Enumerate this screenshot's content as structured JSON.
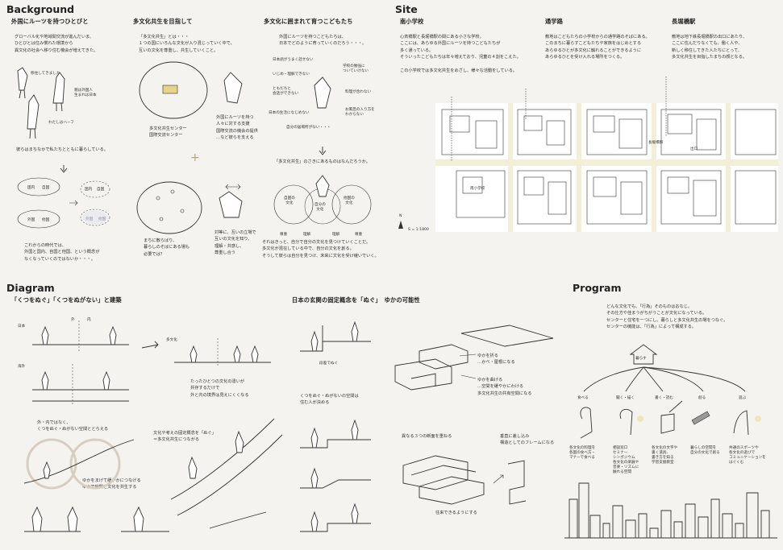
{
  "colors": {
    "background": "#f4f3f0",
    "ink": "#222222",
    "blue_wash": "#cfd8ee",
    "yellow_wash": "#efe6b8",
    "road": "#f2eed8"
  },
  "background": {
    "heading": "Background",
    "col1": {
      "title": "外国にルーツを持つひとびと",
      "intro": "グローバル化や地域間交流が進んだいま、\nひとびとは住み慣れた環境から\n異文化の社会へ移り住む機会が増えてきた。",
      "fig_labels": [
        "移住してきました",
        "親は外国人\n生まれは日本",
        "わたしはハーフ"
      ],
      "middle": "彼らはまちなかで私たちとともに暮らしている。",
      "circles": [
        "国内",
        "自国",
        "外国",
        "他国"
      ],
      "circles2": [
        "国内",
        "自国",
        "外国",
        "他国"
      ],
      "conclusion": "これからの時代では、\n外国と国内、自国と他国、という概念が\nなくなっていくのではないか・・・。"
    },
    "col2": {
      "title": "多文化共生を目指して",
      "intro": "「多文化共生」とは・・・\n１つの国にいろんな文化が入り混じっていく中で、\n互いの文化を尊重し、共生していくこと。",
      "center_label": "多文化共生センター\n国際交流センター",
      "support_text": "外国にルーツを持つ\n人々に対する支援\n国際交流の機会の提供\n…など彼らを支える",
      "plus": "+",
      "bottom_left": "まちに散らばり、\n暮らしのそばにある場も\n必要では？",
      "bottom_right": "対等に、互いの立場で\n互いの文化を知り、\n理解・共感し、\n尊重し合う"
    },
    "col3": {
      "title": "多文化に囲まれて育つこどもたち",
      "intro": "外国にルーツを持つこどもたちは、\n日本でどのように育っていくのだろう・・・。",
      "worries": [
        "日本語がうまく話せない",
        "いじめ・理解できない",
        "学校の勉強に\nついていけない",
        "ともだちと\n会話ができない",
        "料理が合わない",
        "日本の生活になじめない",
        "お風呂の入り方を\nわからない",
        "自分の居場所がない・・・"
      ],
      "caption": "「多文化共生」のさきにあるものはなんだろうか。",
      "venn": [
        "自国の\n文化",
        "自分の\n文化",
        "他国の\n文化"
      ],
      "venn_sub": [
        "尊重",
        "理解",
        "理解",
        "尊重"
      ],
      "conclusion": "それはきっと、自分で自分の文化を見つけていくことだ。\n多文化が混在している中で、自分の文化を創る。\nそうして彼らは自分を見つけ、未来に文化を受け継いでいく。"
    }
  },
  "site": {
    "heading": "Site",
    "cols": [
      {
        "title": "南小学校",
        "text": "心斎橋駅と長堀橋駅の間にある小さな学校。\nここには、あらゆる外国にルーツを持つこどもたちが\n多く通っている。\nそういったこどもたちは年々増えており、児童の４割をこえた。\n\nこの小学校では多文化共生をめざし、様々な活動をしている。"
      },
      {
        "title": "通学路",
        "text": "敷地はこどもたちの小学校からの通学路のそばにある。\nこのまちに暮らすこどもたちや家族をはじめとする\nあらゆるひとが多文化に触れることができるように\nあらゆるひとを受け入れる場所をつくる。"
      },
      {
        "title": "長堀橋駅",
        "text": "敷地は地下鉄長堀橋駅の出口にあたり、\nここに住んだりなくても、働く人や、\n新しく移住してきた人たちにとって、\n多文化共生を目指したまちの顔となる。"
      }
    ],
    "map_labels": {
      "school": "南小学校",
      "station": "長堀橋駅",
      "exit": "出口",
      "scale": "S = 1:1800",
      "north": "N"
    }
  },
  "diagram": {
    "heading": "Diagram",
    "title1": "「くつをぬぐ」「くつをぬがない」と建築",
    "title2": "日本の玄関の固定概念を「ぬぐ」　ゆかの可能性",
    "row_labels": [
      "日本",
      "海外"
    ],
    "inout": [
      "外",
      "内"
    ],
    "tabunka": "多文化",
    "text1": "たったひとつの文化の違いが\n共存するだけで\n外と内の境界は見えにくくなる",
    "text2": "外・内ではなく、\nくつをぬぐ・ぬがない空間ととらえる",
    "text3": "文化や考えの固定概念を「ぬぐ」\n＝多文化共生につながる",
    "text4": "ゆかをまげて緩やかにつなげる\nゆかで空間と文化を共生する",
    "step_label": "段差でぬぐ",
    "step_text": "くつをぬぐ・ぬがないの空間は\n住む人が決める",
    "floor_text1": "ゆかを折る\n…かべ・屋根になる",
    "floor_text2": "ゆかを曲げる\n…空間を緩やかにわける\n多文化共生の共有空間になる",
    "layer_text": "異なる３つの断面を重ねる",
    "frame_text": "垂直に差し込み\n構造としてのフレームになる",
    "walk_text": "往来できるようにする"
  },
  "program": {
    "heading": "Program",
    "intro": "どんな文化でも、「行為」そのものはおなじ。\nその仕方や佳まうがちがうことが文化になっている。\nセンターと住宅を一つにし、暮らしと多文化共生の場をつなぐ。\nセンターの機能は、「行為」によって構成する。",
    "house_label": "暮らす",
    "acts": [
      "食べる",
      "聞く・描く",
      "書く・読む",
      "創る",
      "遊ぶ"
    ],
    "act_desc": [
      "各文化の料理を\n各国の食べ方・\nマナーで食べる",
      "相談窓口\nセミナー\nシンポジウム\n各文化の楽器や\n音楽・リズムに\n触れる空間",
      "各文化の文字や\n書く道具、\n書き方を知る\n学習支援教室",
      "暮らしの空間を\n自分の文化で創る",
      "共通のスポーツや\n各文化の遊びで\nコミュニケーションを\nはぐくむ"
    ]
  }
}
